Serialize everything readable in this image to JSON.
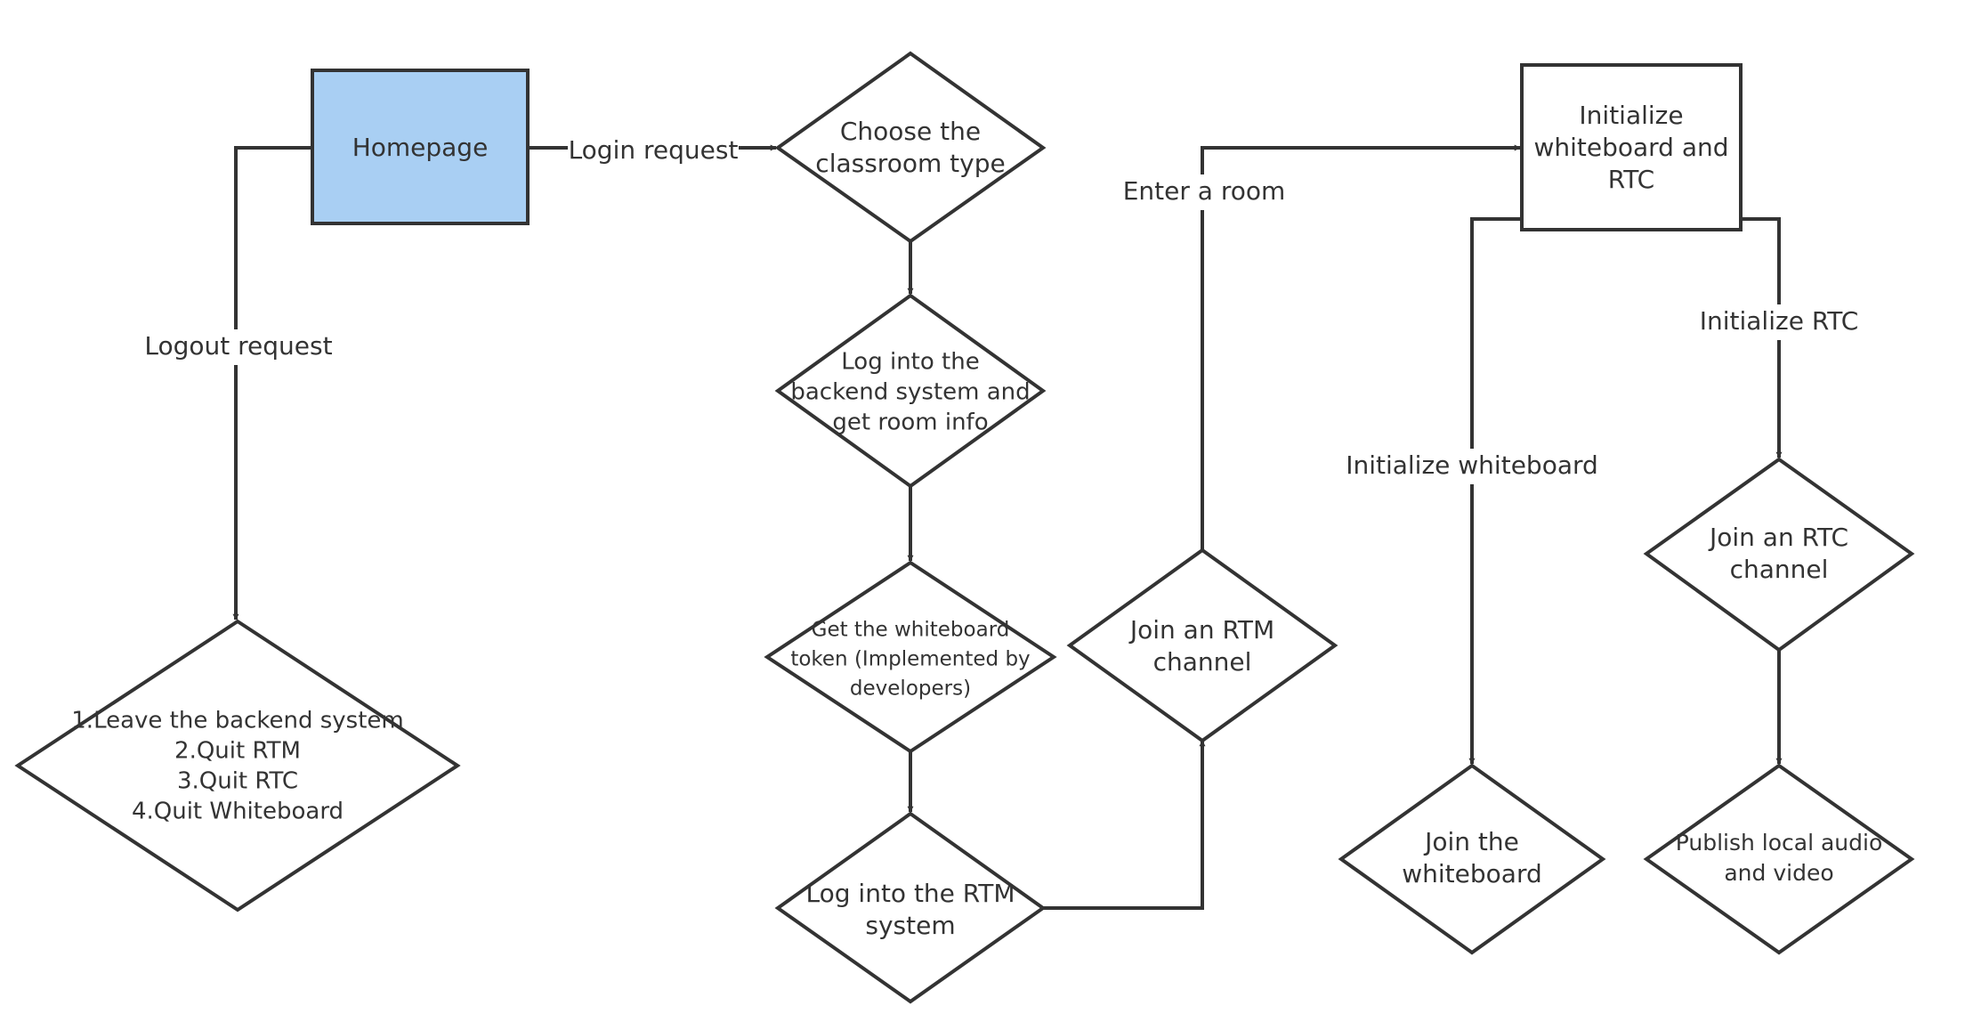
{
  "colors": {
    "stroke": "#333333",
    "highlight_fill": "#a9cff3",
    "default_fill": "#ffffff",
    "text": "#333333"
  },
  "nodes": {
    "homepage": {
      "shape": "rectangle",
      "lines": [
        "Homepage"
      ]
    },
    "classroom_type": {
      "shape": "diamond",
      "lines": [
        "Choose the",
        "classroom type"
      ]
    },
    "backend_login": {
      "shape": "diamond",
      "lines": [
        "Log into the",
        "backend system and",
        "get room info"
      ]
    },
    "whiteboard_token": {
      "shape": "diamond",
      "lines": [
        "Get the whiteboard",
        "token (Implemented by",
        "developers)"
      ]
    },
    "rtm_login": {
      "shape": "diamond",
      "lines": [
        "Log into the RTM",
        "system"
      ]
    },
    "join_rtm": {
      "shape": "diamond",
      "lines": [
        "Join an RTM",
        "channel"
      ]
    },
    "init_wb_rtc": {
      "shape": "rectangle",
      "lines": [
        "Initialize",
        "whiteboard and",
        "RTC"
      ]
    },
    "join_whiteboard": {
      "shape": "diamond",
      "lines": [
        "Join the",
        "whiteboard"
      ]
    },
    "join_rtc": {
      "shape": "diamond",
      "lines": [
        "Join an RTC",
        "channel"
      ]
    },
    "publish": {
      "shape": "diamond",
      "lines": [
        "Publish local audio",
        "and video"
      ]
    },
    "logout_steps": {
      "shape": "diamond",
      "lines": [
        "1.Leave the backend system",
        "2.Quit RTM",
        "3.Quit RTC",
        "4.Quit Whiteboard"
      ]
    }
  },
  "edges": {
    "login_request": {
      "from": "homepage",
      "to": "classroom_type",
      "label": "Login request"
    },
    "logout_request": {
      "from": "homepage",
      "to": "logout_steps",
      "label": "Logout request"
    },
    "classroom_to_backend": {
      "from": "classroom_type",
      "to": "backend_login",
      "label": ""
    },
    "backend_to_token": {
      "from": "backend_login",
      "to": "whiteboard_token",
      "label": ""
    },
    "token_to_rtm": {
      "from": "whiteboard_token",
      "to": "rtm_login",
      "label": ""
    },
    "rtm_to_join": {
      "from": "rtm_login",
      "to": "join_rtm",
      "label": ""
    },
    "enter_room": {
      "from": "join_rtm",
      "to": "init_wb_rtc",
      "label": "Enter a room"
    },
    "init_whiteboard": {
      "from": "init_wb_rtc",
      "to": "join_whiteboard",
      "label": "Initialize whiteboard"
    },
    "init_rtc": {
      "from": "init_wb_rtc",
      "to": "join_rtc",
      "label": "Initialize RTC"
    },
    "rtc_to_publish": {
      "from": "join_rtc",
      "to": "publish",
      "label": ""
    }
  }
}
